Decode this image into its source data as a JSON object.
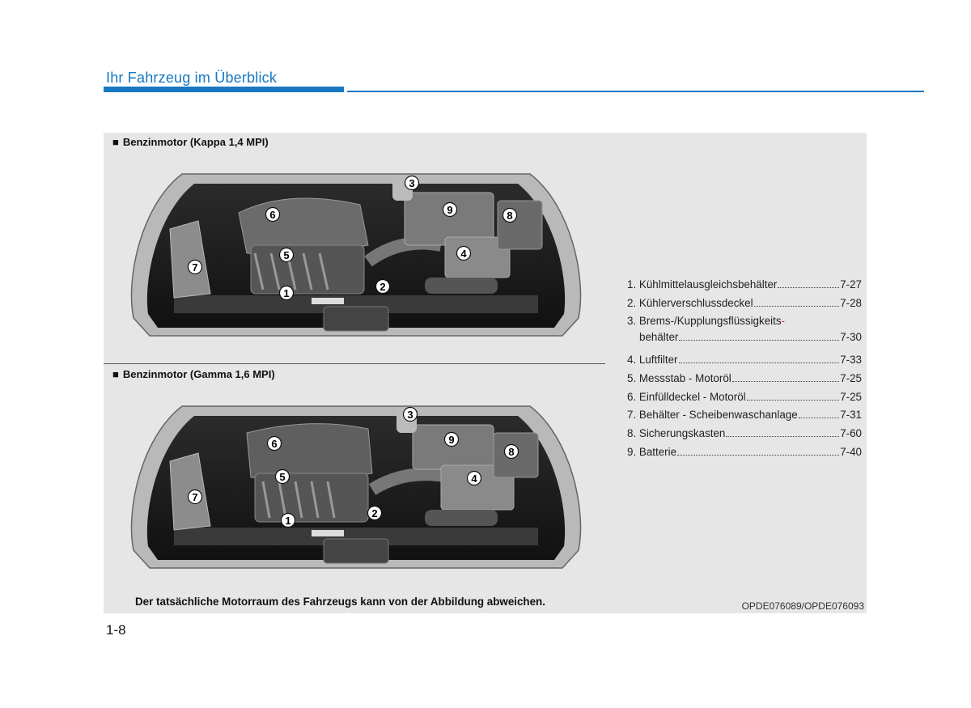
{
  "header": {
    "section_title": "Ihr Fahrzeug im Überblick"
  },
  "figures": [
    {
      "heading": "Benzinmotor (Kappa 1,4 MPI)",
      "bullet": "■"
    },
    {
      "heading": "Benzinmotor (Gamma 1,6  MPI)",
      "bullet": "■"
    }
  ],
  "callouts": [
    "1",
    "2",
    "3",
    "4",
    "5",
    "6",
    "7",
    "8",
    "9"
  ],
  "legend": [
    {
      "label": "1. Kühlmittelausgleichsbehälter",
      "page": "7-27"
    },
    {
      "label": "2. Kühlerverschlussdeckel",
      "page": "7-28"
    },
    {
      "label_line1": "3. Brems-/Kupplungsflüssigkeits",
      "hyphen": "-",
      "label_line2": "behälter",
      "page": "7-30"
    },
    {
      "label": "4. Luftfilter",
      "page": "7-33"
    },
    {
      "label": "5. Messstab - Motoröl",
      "page": "7-25"
    },
    {
      "label": "6. Einfülldeckel - Motoröl",
      "page": "7-25"
    },
    {
      "label": "7. Behälter - Scheibenwaschanlage",
      "page": "7-31"
    },
    {
      "label": "8. Sicherungskasten",
      "page": "7-60"
    },
    {
      "label": "9. Batterie",
      "page": "7-40"
    }
  ],
  "footer": {
    "disclaimer": "Der tatsächliche Motorraum des Fahrzeugs kann von der Abbildung abweichen.",
    "image_code": "OPDE076089/OPDE076093",
    "page_number": "1-8"
  },
  "colors": {
    "accent": "#1778c2",
    "panel": "#e6e6e6",
    "hyphen_red": "#d0312d"
  }
}
